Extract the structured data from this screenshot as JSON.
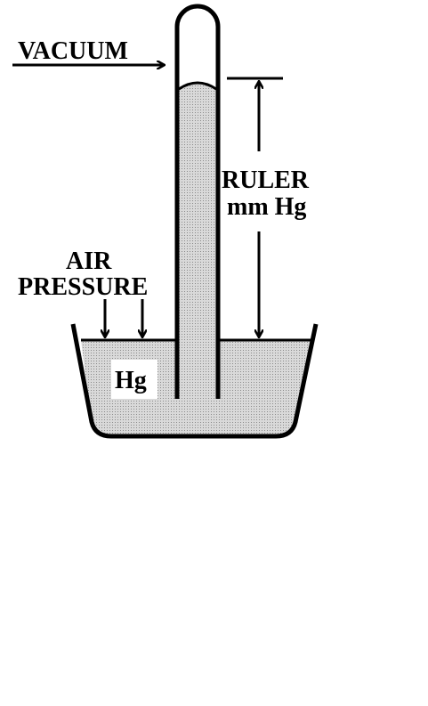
{
  "labels": {
    "vacuum": "VACUUM",
    "ruler_line1": "RULER",
    "ruler_line2": "mm Hg",
    "air_line1": "AIR",
    "air_line2": "PRESSURE",
    "mercury": "Hg"
  },
  "colors": {
    "mercury_fill": "#c8c8c8",
    "stroke": "#000000"
  }
}
